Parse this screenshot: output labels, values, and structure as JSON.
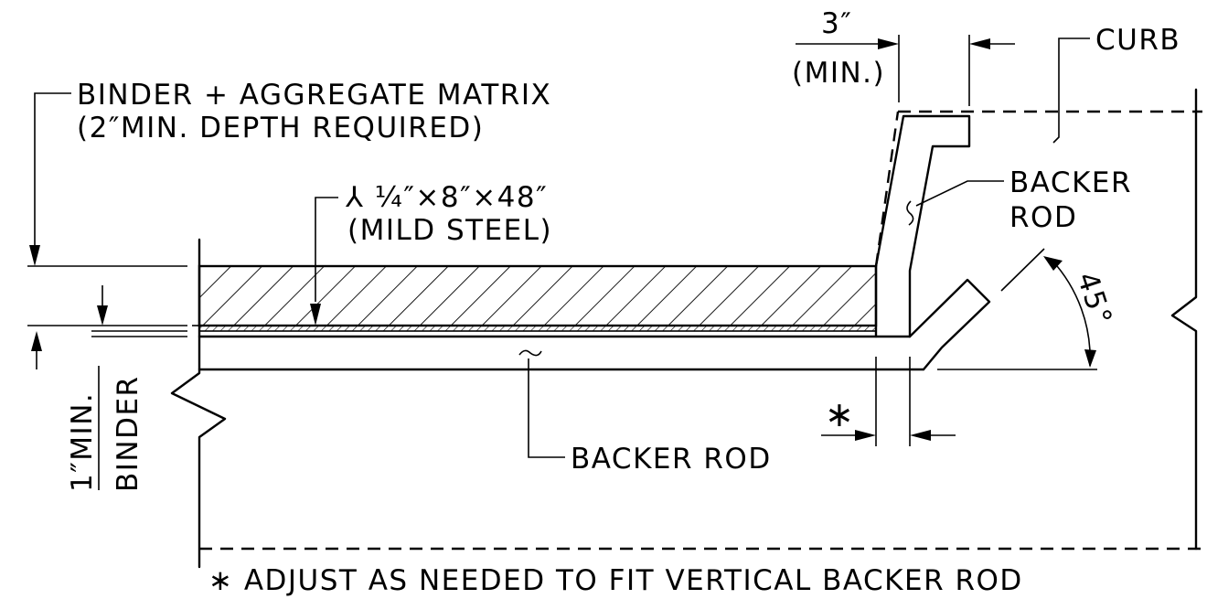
{
  "labels": {
    "binder_matrix_line1": "BINDER + AGGREGATE MATRIX",
    "binder_matrix_line2": "(2″MIN. DEPTH REQUIRED)",
    "plate_line1": "⅄ ¼″×8″×48″",
    "plate_line2": "(MILD STEEL)",
    "dim_3in": "3″",
    "dim_min": "(MIN.)",
    "curb": "CURB",
    "backer_rod_upper_line1": "BACKER",
    "backer_rod_upper_line2": "ROD",
    "angle": "45°",
    "backer_rod_lower": "BACKER ROD",
    "asterisk": "∗",
    "binder_min_line1": "1″MIN.",
    "binder_min_line2": "BINDER",
    "footnote": "∗ ADJUST AS NEEDED TO FIT VERTICAL BACKER ROD"
  },
  "colors": {
    "ink": "#000000",
    "paper": "#ffffff"
  }
}
